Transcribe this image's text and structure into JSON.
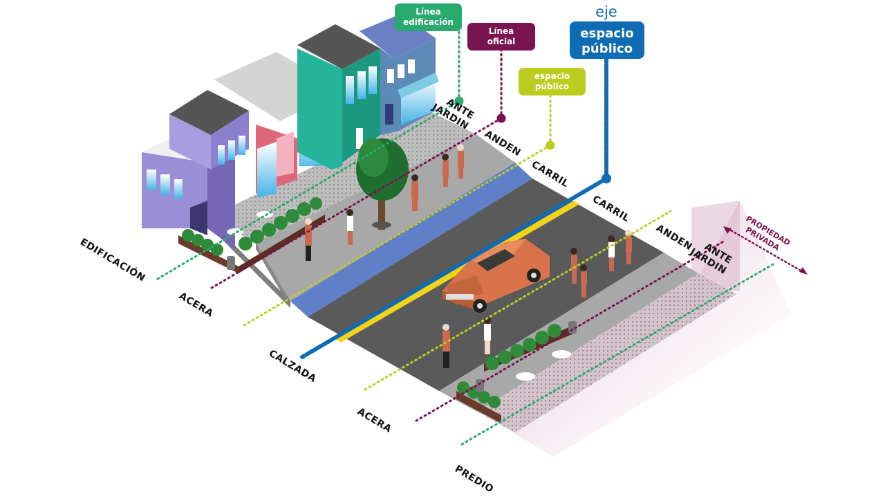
{
  "callouts": {
    "linea_edificacion": [
      "Línea",
      "edificación"
    ],
    "linea_oficial": [
      "Línea",
      "oficial"
    ],
    "espacio_publico": [
      "espacio",
      "público"
    ],
    "eje_prefix": "eje",
    "eje_espacio_publico": [
      "espacio",
      "público"
    ]
  },
  "labels": {
    "ante_jardin_left": [
      "ANTE",
      "JARDIN"
    ],
    "anden_left": "ANDEN",
    "carril_1": "CARRIL",
    "carril_2": "CARRIL",
    "anden_right": "ANDEN",
    "ante_jardin_right": [
      "ANTE",
      "JARDIN"
    ],
    "propiedad_privada": [
      "PROPIEDAD",
      "PRIVADA"
    ],
    "edificacion": "EDIFICACIÓN",
    "acera_left": "ACERA",
    "calzada": "CALZADA",
    "acera_right": "ACERA",
    "predio": "PREDIO"
  },
  "colors": {
    "green": "#2aaa6e",
    "maroon": "#7a1450",
    "lime": "#bccd1f",
    "blue": "#0f6cb4",
    "road": "#5a5a5a",
    "sidewalk": "#a9a9a9",
    "bike_lane": "#5f7fc8",
    "center_line": "#f2d31a"
  },
  "icons": {
    "car": "car-icon",
    "tree": "tree-icon",
    "person": "pedestrian-icon",
    "table": "cafe-table-icon"
  }
}
